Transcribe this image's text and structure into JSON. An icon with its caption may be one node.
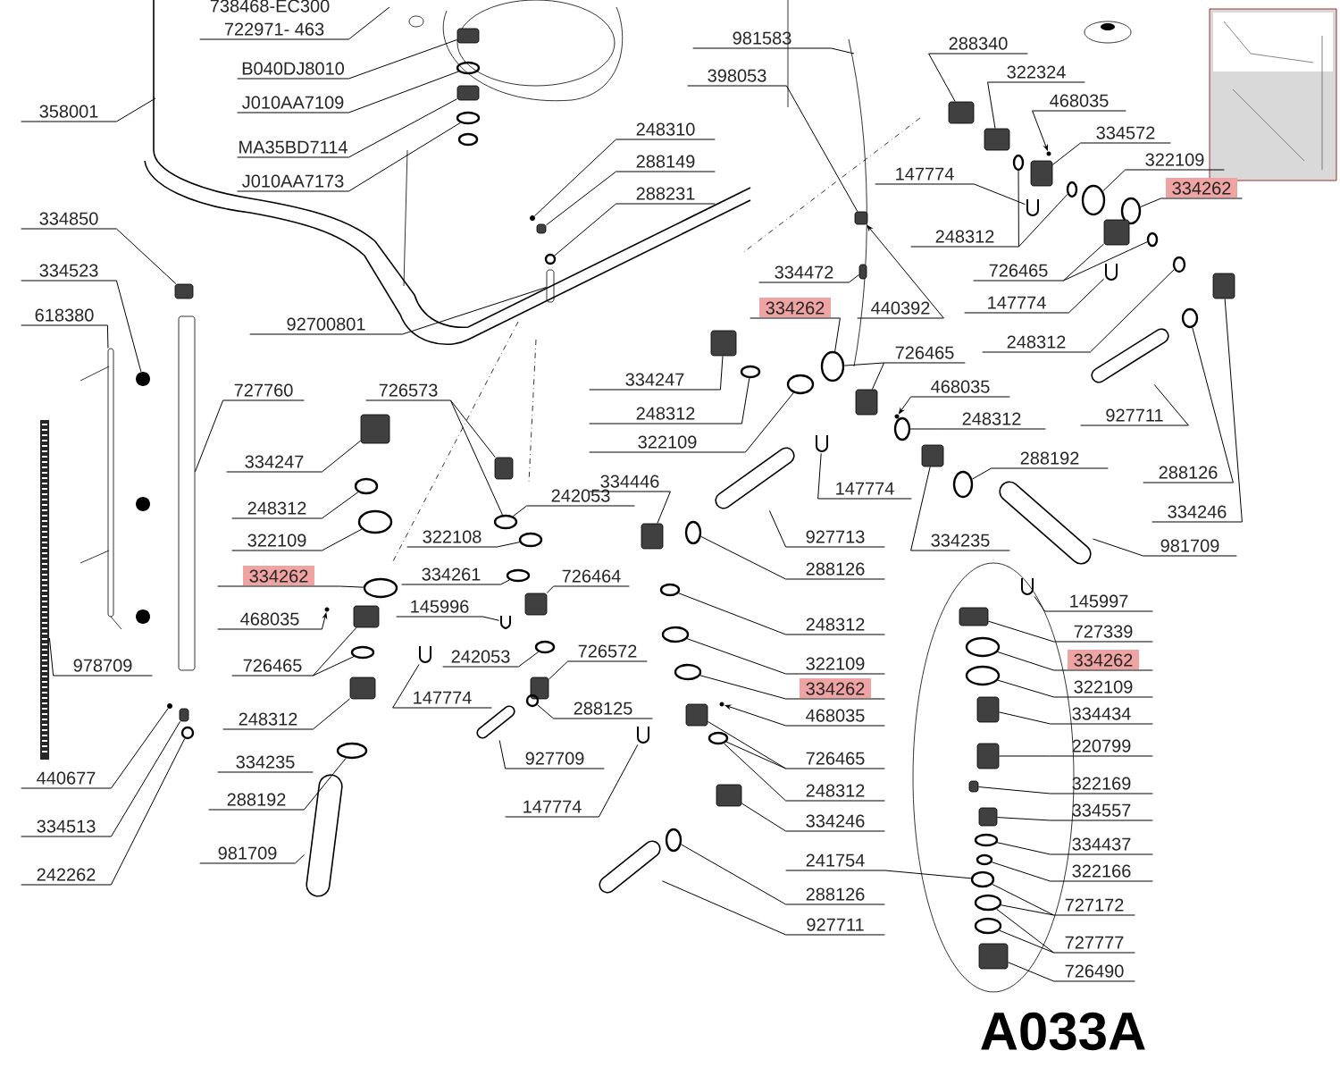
{
  "diagram": {
    "title": "A033A",
    "nodes": [
      {
        "text": [
          "738468-EC300"
        ]
      },
      {
        "text": [
          "722971- 463"
        ]
      },
      {
        "text": [
          "B040DJ8010"
        ]
      },
      {
        "text": [
          "J010AA7109"
        ]
      },
      {
        "text": [
          "MA35BD7114"
        ]
      },
      {
        "text": [
          "J010AA7173"
        ]
      },
      {
        "text": [
          "358001"
        ]
      },
      {
        "text": [
          "248310"
        ]
      },
      {
        "text": [
          "288149"
        ]
      },
      {
        "text": [
          "288231"
        ]
      },
      {
        "text": [
          "981583"
        ]
      },
      {
        "text": [
          "398053"
        ]
      },
      {
        "text": [
          "288340"
        ]
      },
      {
        "text": [
          "322324"
        ]
      },
      {
        "text": [
          "468035"
        ]
      },
      {
        "text": [
          "334572"
        ]
      },
      {
        "text": [
          "322109"
        ]
      },
      {
        "text": [
          "334262"
        ]
      },
      {
        "text": [
          "147774"
        ]
      },
      {
        "text": [
          "248312"
        ]
      },
      {
        "text": [
          "726465"
        ]
      },
      {
        "text": [
          "147774"
        ]
      },
      {
        "text": [
          "248312"
        ]
      },
      {
        "text": [
          "334850"
        ]
      },
      {
        "text": [
          "334523"
        ]
      },
      {
        "text": [
          "618380"
        ]
      },
      {
        "text": [
          "92700801"
        ]
      },
      {
        "text": [
          "334472"
        ]
      },
      {
        "text": [
          "334262"
        ]
      },
      {
        "text": [
          "440392"
        ]
      },
      {
        "text": [
          "727760"
        ]
      },
      {
        "text": [
          "726573"
        ]
      },
      {
        "text": [
          "334247"
        ]
      },
      {
        "text": [
          "248312"
        ]
      },
      {
        "text": [
          "322109"
        ]
      },
      {
        "text": [
          "726465"
        ]
      },
      {
        "text": [
          "468035"
        ]
      },
      {
        "text": [
          "248312"
        ]
      },
      {
        "text": [
          "927711"
        ]
      },
      {
        "text": [
          "288192"
        ]
      },
      {
        "text": [
          "288126"
        ]
      },
      {
        "text": [
          "334247"
        ]
      },
      {
        "text": [
          "248312"
        ]
      },
      {
        "text": [
          "322109"
        ]
      },
      {
        "text": [
          "242053"
        ]
      },
      {
        "text": [
          "334446"
        ]
      },
      {
        "text": [
          "147774"
        ]
      },
      {
        "text": [
          "334246"
        ]
      },
      {
        "text": [
          "927713"
        ]
      },
      {
        "text": [
          "334235"
        ]
      },
      {
        "text": [
          "322108"
        ]
      },
      {
        "text": [
          "981709"
        ]
      },
      {
        "text": [
          "334262"
        ]
      },
      {
        "text": [
          "334261"
        ]
      },
      {
        "text": [
          "726464"
        ]
      },
      {
        "text": [
          "288126"
        ]
      },
      {
        "text": [
          "145997"
        ]
      },
      {
        "text": [
          "468035"
        ]
      },
      {
        "text": [
          "145996"
        ]
      },
      {
        "text": [
          "248312"
        ]
      },
      {
        "text": [
          "727339"
        ]
      },
      {
        "text": [
          "726572"
        ]
      },
      {
        "text": [
          "242053"
        ]
      },
      {
        "text": [
          "334262"
        ]
      },
      {
        "text": [
          "322109"
        ]
      },
      {
        "text": [
          "726465"
        ]
      },
      {
        "text": [
          "978709"
        ]
      },
      {
        "text": [
          "322109"
        ]
      },
      {
        "text": [
          "334262"
        ]
      },
      {
        "text": [
          "147774"
        ]
      },
      {
        "text": [
          "288125"
        ]
      },
      {
        "text": [
          "468035"
        ]
      },
      {
        "text": [
          "334434"
        ]
      },
      {
        "text": [
          "248312"
        ]
      },
      {
        "text": [
          "220799"
        ]
      },
      {
        "text": [
          "726465"
        ]
      },
      {
        "text": [
          "334235"
        ]
      },
      {
        "text": [
          "927709"
        ]
      },
      {
        "text": [
          "440677"
        ]
      },
      {
        "text": [
          "322169"
        ]
      },
      {
        "text": [
          "248312"
        ]
      },
      {
        "text": [
          "288192"
        ]
      },
      {
        "text": [
          "147774"
        ]
      },
      {
        "text": [
          "334557"
        ]
      },
      {
        "text": [
          "334246"
        ]
      },
      {
        "text": [
          "334513"
        ]
      },
      {
        "text": [
          "334437"
        ]
      },
      {
        "text": [
          "981709"
        ]
      },
      {
        "text": [
          "241754"
        ]
      },
      {
        "text": [
          "322166"
        ]
      },
      {
        "text": [
          "242262"
        ]
      },
      {
        "text": [
          "288126"
        ]
      },
      {
        "text": [
          "727172"
        ]
      },
      {
        "text": [
          "927711"
        ]
      },
      {
        "text": [
          "727777"
        ]
      },
      {
        "text": [
          "726490"
        ]
      },
      {
        "text": [],
        "shape": "fitting"
      },
      {
        "text": [],
        "shape": "ring"
      },
      {
        "text": [],
        "shape": "fitting"
      },
      {
        "text": [],
        "shape": "ring"
      },
      {
        "text": [],
        "shape": "dot"
      },
      {
        "text": [],
        "shape": "fitting"
      },
      {
        "text": [],
        "shape": "ring"
      },
      {
        "text": [],
        "shape": "fitting"
      },
      {
        "text": [],
        "shape": "fitting"
      },
      {
        "text": [],
        "shape": "fitting"
      },
      {
        "text": [],
        "shape": "fitting"
      },
      {
        "text": [],
        "shape": "ring"
      },
      {
        "text": [],
        "shape": "ring"
      },
      {
        "text": [],
        "shape": "hook"
      },
      {
        "text": [],
        "shape": "ring"
      },
      {
        "text": [],
        "shape": "ring"
      },
      {
        "text": [],
        "shape": "fitting"
      },
      {
        "text": [],
        "shape": "ring"
      },
      {
        "text": [],
        "shape": "hook"
      },
      {
        "text": [],
        "shape": "ring"
      },
      {
        "text": [],
        "shape": "fitting"
      },
      {
        "text": [],
        "shape": "clip"
      },
      {
        "text": [],
        "shape": "bar"
      },
      {
        "text": [],
        "shape": "bar"
      },
      {
        "text": [],
        "shape": "fitting"
      },
      {
        "text": [],
        "shape": "ring"
      },
      {
        "text": [],
        "shape": "bar"
      },
      {
        "text": [],
        "shape": "fitting"
      },
      {
        "text": [],
        "shape": "ring"
      },
      {
        "text": [],
        "shape": "fitting"
      },
      {
        "text": [],
        "shape": "ring"
      },
      {
        "text": [],
        "shape": "ring"
      },
      {
        "text": [],
        "shape": "fitting"
      },
      {
        "text": [],
        "shape": "ring"
      },
      {
        "text": [],
        "shape": "hose"
      },
      {
        "text": [],
        "shape": "ring"
      },
      {
        "text": [],
        "shape": "ring"
      },
      {
        "text": [],
        "shape": "fitting"
      },
      {
        "text": [],
        "shape": "ring"
      },
      {
        "text": [],
        "shape": "ring"
      },
      {
        "text": [],
        "shape": "ring"
      },
      {
        "text": [],
        "shape": "fitting"
      },
      {
        "text": [],
        "shape": "hook"
      },
      {
        "text": [],
        "shape": "fitting"
      },
      {
        "text": [],
        "shape": "hose"
      },
      {
        "text": [],
        "shape": "fitting"
      },
      {
        "text": [],
        "shape": "hose"
      },
      {
        "text": [],
        "shape": "ring"
      },
      {
        "text": [],
        "shape": "ring"
      },
      {
        "text": [],
        "shape": "fitting"
      },
      {
        "text": [],
        "shape": "ring"
      },
      {
        "text": [],
        "shape": "hook"
      },
      {
        "text": [],
        "shape": "hook"
      },
      {
        "text": [],
        "shape": "ring"
      },
      {
        "text": [],
        "shape": "fitting"
      },
      {
        "text": [],
        "shape": "fitting"
      },
      {
        "text": [],
        "shape": "ring"
      },
      {
        "text": [],
        "shape": "ring"
      },
      {
        "text": [],
        "shape": "ring"
      },
      {
        "text": [],
        "shape": "fitting"
      },
      {
        "text": [],
        "shape": "ring"
      },
      {
        "text": [],
        "shape": "scale"
      },
      {
        "text": [],
        "shape": "ring"
      },
      {
        "text": [],
        "shape": "ring"
      },
      {
        "text": [],
        "shape": "hook"
      },
      {
        "text": [],
        "shape": "ring"
      },
      {
        "text": [],
        "shape": "fitting"
      },
      {
        "text": [],
        "shape": "fitting"
      },
      {
        "text": [],
        "shape": "fitting"
      },
      {
        "text": [],
        "shape": "fitting"
      },
      {
        "text": [],
        "shape": "ring"
      },
      {
        "text": [],
        "shape": "hose"
      },
      {
        "text": [],
        "shape": "dot"
      },
      {
        "text": [],
        "shape": "fitting"
      },
      {
        "text": [],
        "shape": "ring"
      },
      {
        "text": [],
        "shape": "hook"
      },
      {
        "text": [],
        "shape": "fitting"
      },
      {
        "text": [],
        "shape": "fitting"
      },
      {
        "text": [],
        "shape": "fitting"
      },
      {
        "text": [],
        "shape": "ring"
      },
      {
        "text": [],
        "shape": "hose"
      },
      {
        "text": [],
        "shape": "ring"
      },
      {
        "text": [],
        "shape": "ring"
      },
      {
        "text": [],
        "shape": "ring"
      },
      {
        "text": [],
        "shape": "ring"
      },
      {
        "text": [],
        "shape": "ring"
      },
      {
        "text": [],
        "shape": "hose"
      },
      {
        "text": [],
        "shape": "ring"
      },
      {
        "text": [],
        "shape": "fitting"
      },
      {
        "text": [],
        "shape": "dot"
      },
      {
        "text": [],
        "shape": "dot"
      },
      {
        "text": [],
        "shape": "dot"
      },
      {
        "text": [],
        "shape": "dot"
      }
    ],
    "edges": [
      {
        "from": 1,
        "to": null,
        "arrow": "none"
      },
      {
        "from": 2,
        "to": 96,
        "arrow": "none"
      },
      {
        "from": 3,
        "to": 97,
        "arrow": "none"
      },
      {
        "from": 4,
        "to": 98,
        "arrow": "none"
      },
      {
        "from": 5,
        "to": 99,
        "arrow": "none"
      },
      {
        "from": 6,
        "to": null,
        "arrow": "none"
      },
      {
        "from": 7,
        "to": 100,
        "arrow": "none"
      },
      {
        "from": 8,
        "to": 101,
        "arrow": "none"
      },
      {
        "from": 9,
        "to": 102,
        "arrow": "none"
      },
      {
        "from": 10,
        "to": null,
        "arrow": "none"
      },
      {
        "from": 11,
        "to": 103,
        "arrow": "none"
      },
      {
        "from": 12,
        "to": 104,
        "arrow": "none"
      },
      {
        "from": 13,
        "to": 105,
        "arrow": "none"
      },
      {
        "from": 14,
        "to": 185,
        "arrow": "to"
      },
      {
        "from": 15,
        "to": 106,
        "arrow": "none"
      },
      {
        "from": 16,
        "to": 107,
        "arrow": "none"
      },
      {
        "from": 17,
        "to": 108,
        "arrow": "none"
      },
      {
        "from": 18,
        "to": 109,
        "arrow": "none"
      },
      {
        "from": 19,
        "to": 110,
        "arrow": "none"
      },
      {
        "from": 19,
        "to": 111,
        "arrow": "none"
      },
      {
        "from": 20,
        "to": 112,
        "arrow": "none"
      },
      {
        "from": 20,
        "to": 113,
        "arrow": "none"
      },
      {
        "from": 21,
        "to": 114,
        "arrow": "none"
      },
      {
        "from": 22,
        "to": 115,
        "arrow": "none"
      },
      {
        "from": 23,
        "to": 116,
        "arrow": "none"
      },
      {
        "from": 24,
        "to": 117,
        "arrow": "none"
      },
      {
        "from": 25,
        "to": 118,
        "arrow": "none"
      },
      {
        "from": 26,
        "to": 119,
        "arrow": "none"
      },
      {
        "from": 27,
        "to": 120,
        "arrow": "none"
      },
      {
        "from": 28,
        "to": 121,
        "arrow": "none"
      },
      {
        "from": 29,
        "to": 103,
        "arrow": "to"
      },
      {
        "from": 30,
        "to": 122,
        "arrow": "none"
      },
      {
        "from": 31,
        "to": 123,
        "arrow": "none"
      },
      {
        "from": 31,
        "to": 124,
        "arrow": "none"
      },
      {
        "from": 32,
        "to": 125,
        "arrow": "none"
      },
      {
        "from": 33,
        "to": 126,
        "arrow": "none"
      },
      {
        "from": 34,
        "to": 127,
        "arrow": "none"
      },
      {
        "from": 35,
        "to": 121,
        "arrow": "none"
      },
      {
        "from": 35,
        "to": 128,
        "arrow": "none"
      },
      {
        "from": 36,
        "to": 186,
        "arrow": "to"
      },
      {
        "from": 37,
        "to": 129,
        "arrow": "none"
      },
      {
        "from": 38,
        "to": 130,
        "arrow": "none"
      },
      {
        "from": 39,
        "to": 131,
        "arrow": "none"
      },
      {
        "from": 40,
        "to": 132,
        "arrow": "none"
      },
      {
        "from": 41,
        "to": 133,
        "arrow": "none"
      },
      {
        "from": 42,
        "to": 134,
        "arrow": "none"
      },
      {
        "from": 43,
        "to": 135,
        "arrow": "none"
      },
      {
        "from": 44,
        "to": 124,
        "arrow": "none"
      },
      {
        "from": 45,
        "to": 137,
        "arrow": "none"
      },
      {
        "from": 46,
        "to": 138,
        "arrow": "none"
      },
      {
        "from": 47,
        "to": 139,
        "arrow": "none"
      },
      {
        "from": 48,
        "to": 140,
        "arrow": "none"
      },
      {
        "from": 49,
        "to": 141,
        "arrow": "none"
      },
      {
        "from": 50,
        "to": 136,
        "arrow": "none"
      },
      {
        "from": 51,
        "to": 142,
        "arrow": "none"
      },
      {
        "from": 52,
        "to": 143,
        "arrow": "none"
      },
      {
        "from": 53,
        "to": 144,
        "arrow": "none"
      },
      {
        "from": 54,
        "to": 145,
        "arrow": "none"
      },
      {
        "from": 55,
        "to": 146,
        "arrow": "none"
      },
      {
        "from": 56,
        "to": 147,
        "arrow": "none"
      },
      {
        "from": 57,
        "to": 187,
        "arrow": "to"
      },
      {
        "from": 58,
        "to": 148,
        "arrow": "none"
      },
      {
        "from": 59,
        "to": 149,
        "arrow": "none"
      },
      {
        "from": 60,
        "to": 150,
        "arrow": "none"
      },
      {
        "from": 61,
        "to": 151,
        "arrow": "none"
      },
      {
        "from": 62,
        "to": 152,
        "arrow": "none"
      },
      {
        "from": 63,
        "to": 153,
        "arrow": "none"
      },
      {
        "from": 64,
        "to": 154,
        "arrow": "none"
      },
      {
        "from": 65,
        "to": 155,
        "arrow": "none"
      },
      {
        "from": 65,
        "to": 156,
        "arrow": "none"
      },
      {
        "from": 66,
        "to": 157,
        "arrow": "none"
      },
      {
        "from": 67,
        "to": 158,
        "arrow": "none"
      },
      {
        "from": 68,
        "to": 159,
        "arrow": "none"
      },
      {
        "from": 69,
        "to": 160,
        "arrow": "none"
      },
      {
        "from": 70,
        "to": 161,
        "arrow": "none"
      },
      {
        "from": 71,
        "to": 188,
        "arrow": "to"
      },
      {
        "from": 72,
        "to": 162,
        "arrow": "none"
      },
      {
        "from": 73,
        "to": 163,
        "arrow": "none"
      },
      {
        "from": 74,
        "to": 164,
        "arrow": "none"
      },
      {
        "from": 75,
        "to": 165,
        "arrow": "none"
      },
      {
        "from": 75,
        "to": 166,
        "arrow": "none"
      },
      {
        "from": 77,
        "to": 167,
        "arrow": "none"
      },
      {
        "from": 78,
        "to": 168,
        "arrow": "none"
      },
      {
        "from": 79,
        "to": 169,
        "arrow": "none"
      },
      {
        "from": 80,
        "to": 166,
        "arrow": "none"
      },
      {
        "from": 81,
        "to": 170,
        "arrow": "none"
      },
      {
        "from": 82,
        "to": 171,
        "arrow": "none"
      },
      {
        "from": 83,
        "to": 172,
        "arrow": "none"
      },
      {
        "from": 84,
        "to": 173,
        "arrow": "none"
      },
      {
        "from": 85,
        "to": 174,
        "arrow": "none"
      },
      {
        "from": 86,
        "to": 175,
        "arrow": "none"
      },
      {
        "from": 87,
        "to": 176,
        "arrow": "none"
      },
      {
        "from": 88,
        "to": 177,
        "arrow": "none"
      },
      {
        "from": 89,
        "to": 178,
        "arrow": "none"
      },
      {
        "from": 90,
        "to": 179,
        "arrow": "none"
      },
      {
        "from": 91,
        "to": 180,
        "arrow": "none"
      },
      {
        "from": 92,
        "to": 177,
        "arrow": "none"
      },
      {
        "from": 92,
        "to": 181,
        "arrow": "none"
      },
      {
        "from": 93,
        "to": 182,
        "arrow": "none"
      },
      {
        "from": 94,
        "to": 181,
        "arrow": "none"
      },
      {
        "from": 94,
        "to": 183,
        "arrow": "none"
      },
      {
        "from": 95,
        "to": 184,
        "arrow": "none"
      }
    ]
  }
}
